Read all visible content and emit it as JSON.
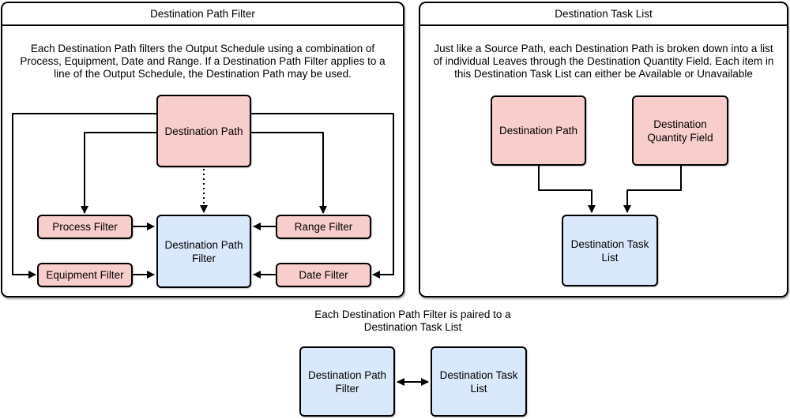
{
  "colors": {
    "node_pink_fill": "#f8cecc",
    "node_blue_fill": "#dae8fc",
    "line_color": "#000000",
    "background": "#ffffff"
  },
  "left_panel": {
    "title": "Destination Path Filter",
    "description": "Each Destination Path filters the Output Schedule using a combination of\nProcess, Equipment, Date and Range. If a Destination Path Filter applies to a\nline of the Output Schedule, the Destination Path may be used.",
    "nodes": {
      "destination_path": "Destination Path",
      "process_filter": "Process Filter",
      "equipment_filter": "Equipment Filter",
      "range_filter": "Range Filter",
      "date_filter": "Date Filter",
      "destination_path_filter": "Destination Path\nFilter"
    }
  },
  "right_panel": {
    "title": "Destination Task List",
    "description": "Just like a Source Path, each Destination Path is broken down into a list\nof individual Leaves through the Destination Quantity Field. Each item in\nthis Destination Task List can either be Available or Unavailable",
    "nodes": {
      "destination_path": "Destination Path",
      "destination_quantity_field": "Destination\nQuantity Field",
      "destination_task_list": "Destination Task\nList"
    }
  },
  "footer": {
    "caption": "Each Destination Path Filter is paired to a\nDestination Task List",
    "nodes": {
      "destination_path_filter": "Destination Path\nFilter",
      "destination_task_list": "Destination Task\nList"
    }
  }
}
